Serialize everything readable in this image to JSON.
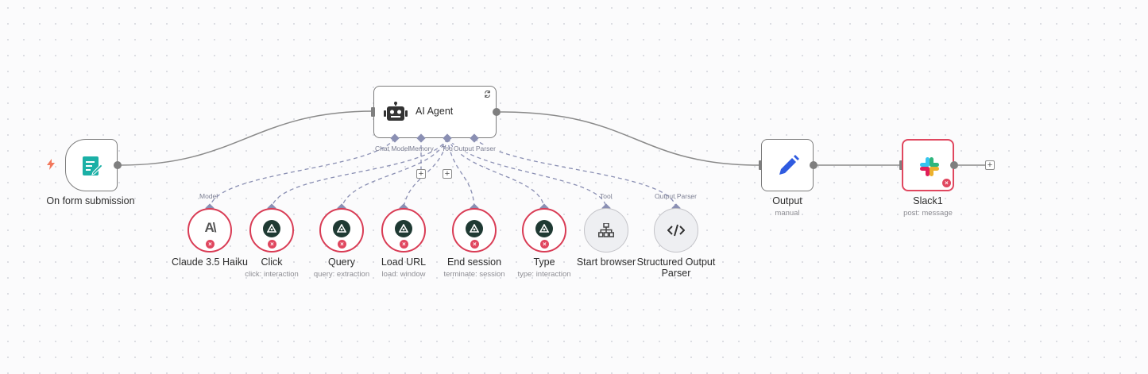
{
  "colors": {
    "error": "#e0475f",
    "accent": "#1bb0a6",
    "edit_blue": "#2f5be0",
    "sub_handle": "#8a8fb3"
  },
  "nodes": {
    "trigger": {
      "label": "On form submission",
      "icon": "form-icon"
    },
    "agent": {
      "label": "AI Agent",
      "icon": "robot-icon"
    },
    "output": {
      "label": "Output",
      "sublabel": "manual",
      "icon": "pencil-icon"
    },
    "slack": {
      "label": "Slack1",
      "sublabel": "post: message",
      "icon": "slack-icon"
    }
  },
  "agent_handles": {
    "chat_model": "Chat Model",
    "memory": "Memory",
    "tool": "Tool",
    "output_parser": "Output Parser"
  },
  "handle_labels": {
    "model": "Model",
    "tool": "Tool",
    "output_parser": "Output Parser"
  },
  "plus": "+",
  "error_mark": "×",
  "anthropic_glyph": "A\\",
  "sub_nodes": [
    {
      "label": "Claude 3.5 Haiku",
      "sublabel": "",
      "icon": "anthropic-icon",
      "error": true
    },
    {
      "label": "Click",
      "sublabel": "click: interaction",
      "icon": "airtop-icon",
      "error": true
    },
    {
      "label": "Query",
      "sublabel": "query: extraction",
      "icon": "airtop-icon",
      "error": true
    },
    {
      "label": "Load URL",
      "sublabel": "load: window",
      "icon": "airtop-icon",
      "error": true
    },
    {
      "label": "End session",
      "sublabel": "terminate: session",
      "icon": "airtop-icon",
      "error": true
    },
    {
      "label": "Type",
      "sublabel": "type: interaction",
      "icon": "airtop-icon",
      "error": true
    },
    {
      "label": "Start browser",
      "sublabel": "",
      "icon": "network-icon",
      "error": false
    },
    {
      "label": "Structured Output Parser",
      "sublabel": "",
      "icon": "code-icon",
      "error": false
    }
  ]
}
